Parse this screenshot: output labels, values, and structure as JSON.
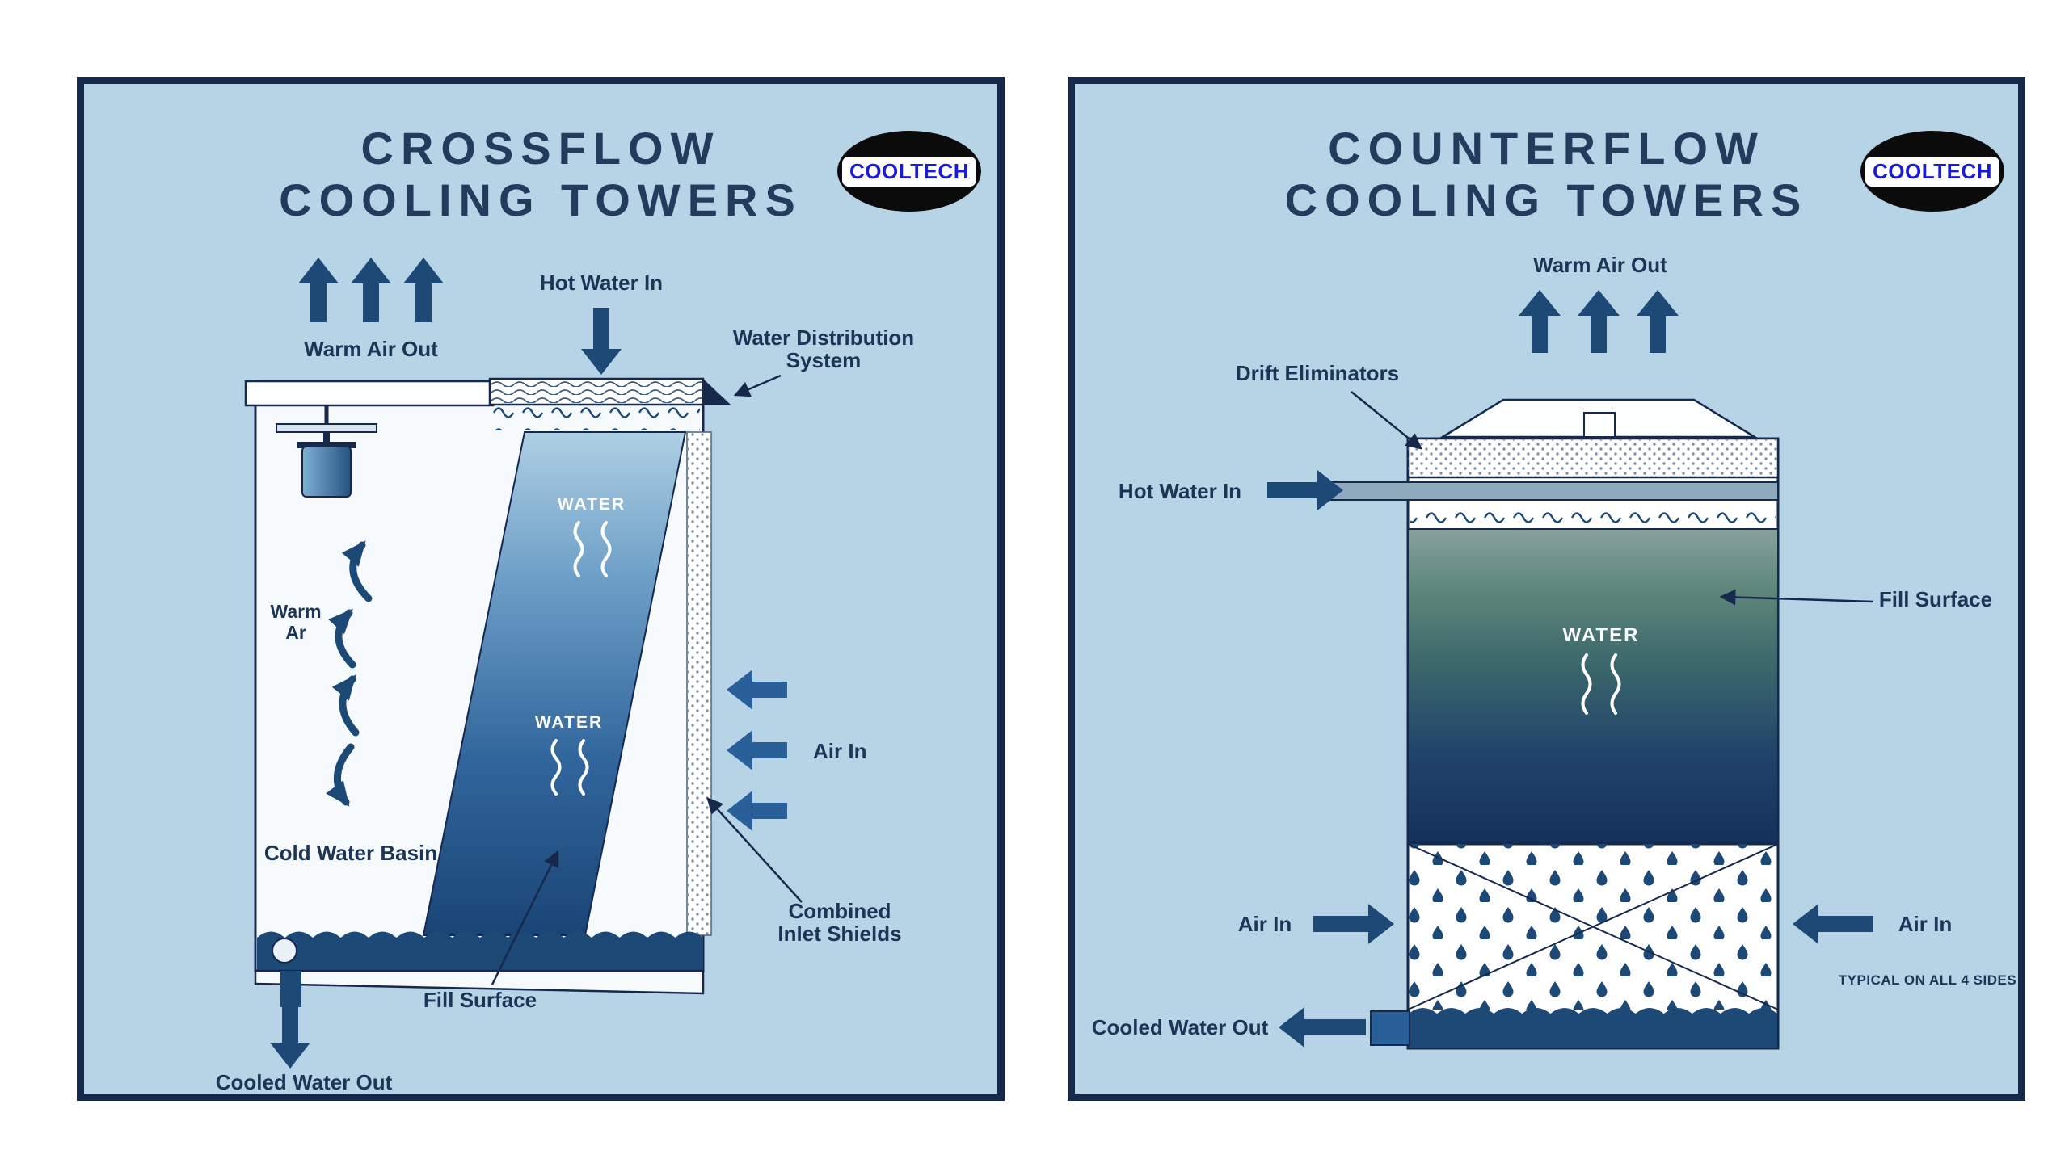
{
  "colors": {
    "panel_background": "#b7d4e7",
    "panel_border": "#16294d",
    "title_text": "#233c5e",
    "arrow_navy": "#1d4977",
    "arrow_steel": "#2a6099",
    "logo_text": "#1b1bd6",
    "water_text": "#ffffff"
  },
  "left_panel": {
    "title_line1": "CROSSFLOW",
    "title_line2": "COOLING TOWERS",
    "logo_text": "COOLTECH",
    "labels": {
      "warm_air_out": "Warm Air Out",
      "hot_water_in": "Hot Water In",
      "water_distribution_line1": "Water Distribution",
      "water_distribution_line2": "System",
      "water_upper": "WATER",
      "water_lower": "WATER",
      "warm_air_line1": "Warm",
      "warm_air_line2": "Ar",
      "air_in": "Air In",
      "cold_water_basin": "Cold Water Basin",
      "fill_surface": "Fill Surface",
      "combined_inlet_line1": "Combined",
      "combined_inlet_line2": "Inlet Shields",
      "cooled_water_out": "Cooled Water Out"
    }
  },
  "right_panel": {
    "title_line1": "COUNTERFLOW",
    "title_line2": "COOLING TOWERS",
    "logo_text": "COOLTECH",
    "labels": {
      "warm_air_out": "Warm Air Out",
      "drift_eliminators": "Drift Eliminators",
      "hot_water_in": "Hot Water In",
      "fill_surface": "Fill Surface",
      "water": "WATER",
      "air_in_left": "Air In",
      "air_in_right": "Air In",
      "typical": "TYPICAL ON ALL 4 SIDES",
      "cooled_water_out": "Cooled Water Out"
    }
  }
}
